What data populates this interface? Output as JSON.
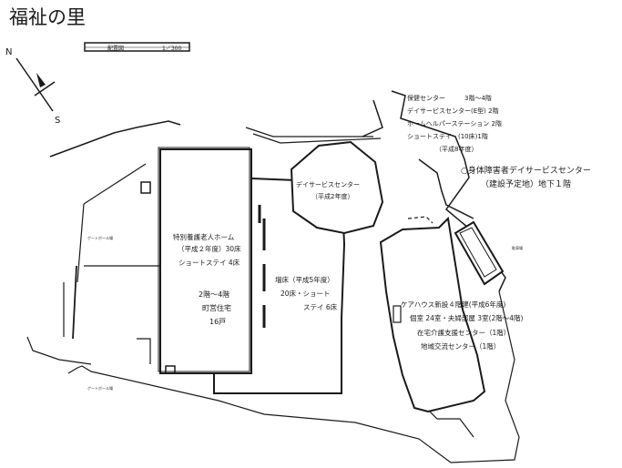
{
  "title": "福祉の里",
  "scale_bar": {
    "left_text": "配置図",
    "right_text": "1／300"
  },
  "compass": {
    "north": "N",
    "south": "S"
  },
  "facilities": {
    "nursing_home": {
      "lines": [
        "特別養護老人ホーム",
        "（平成２年度）30床",
        "ショートステイ 4床"
      ]
    },
    "housing": {
      "lines": [
        "2階～4階",
        "町営住宅",
        "16戸"
      ]
    },
    "expansion": {
      "lines": [
        "増床（平成5年度）",
        "20床・ショート",
        "ステイ 6床"
      ]
    },
    "day_service": {
      "lines": [
        "デイサービスセンター",
        "（平成2年度）"
      ]
    },
    "care_house": {
      "lines": [
        "ケアハウス新設４階建(平成6年度)",
        "個室 24室・夫婦部屋 3室(2階～4階)",
        "在宅介護支援センター（1階）",
        "地域交流センター（1階）"
      ]
    },
    "top_right": {
      "lines": [
        "保健センター　　　3階～4階",
        "デイサービスセンター(E型) 2階",
        "ホームヘルパーステーション 2階",
        "ショートステイ　(10床)1階",
        "（平成8年度）"
      ]
    },
    "disabled_center": {
      "lines": [
        "○身体障害者デイサービスセンター",
        "（建設予定地）地下１階"
      ]
    }
  },
  "small_labels": {
    "left_top": "ゲートボール場",
    "left_bottom": "ゲートボール場",
    "right": "駐車場"
  }
}
